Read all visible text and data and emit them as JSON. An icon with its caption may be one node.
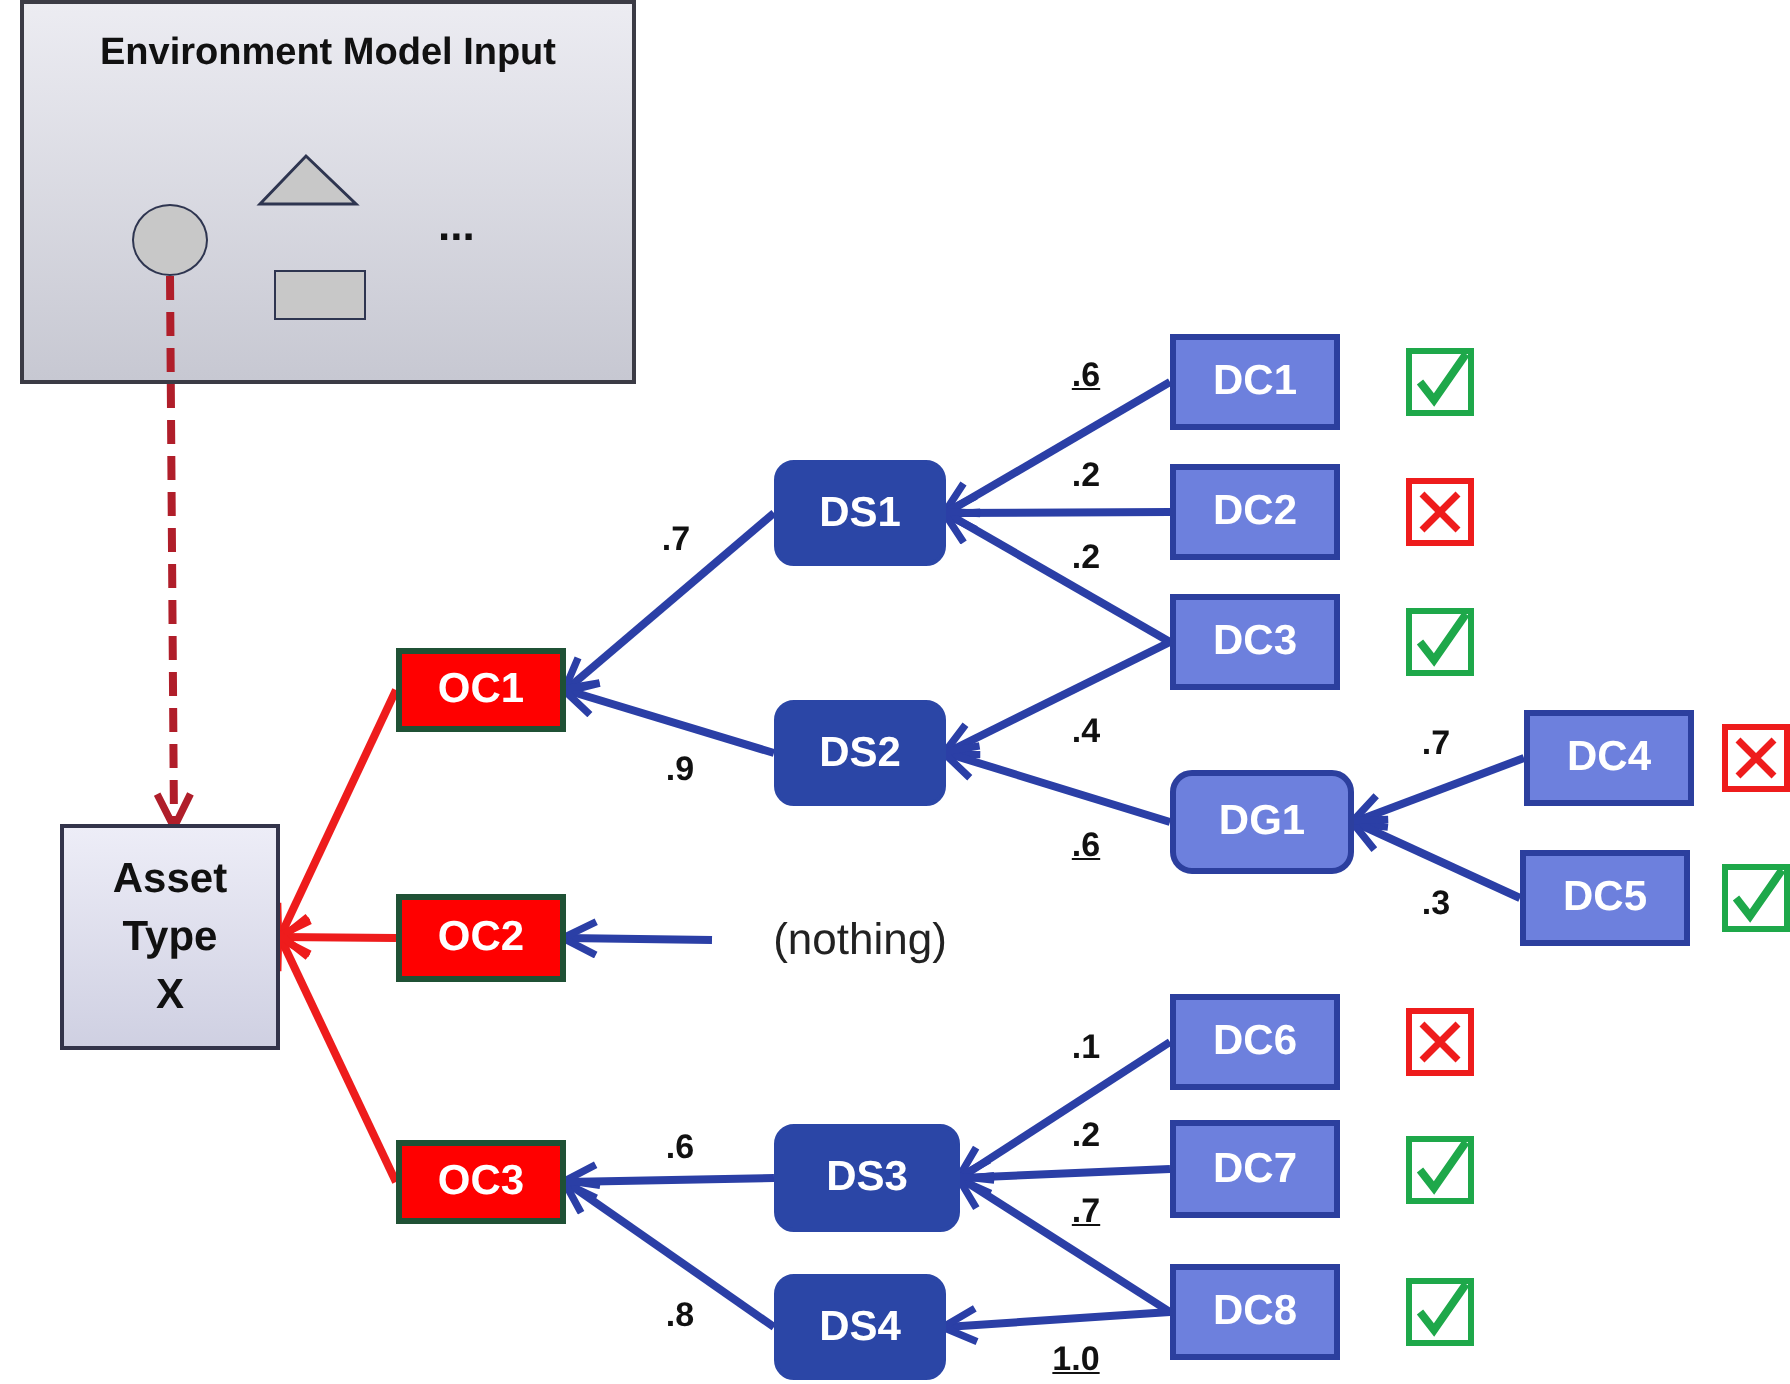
{
  "diagram": {
    "nodes": [
      {
        "text": [
          "Environment Model Input"
        ]
      },
      {
        "text": [],
        "shape": "circle",
        "in": 0
      },
      {
        "text": [
          "Asset Type X"
        ]
      },
      {
        "text": [
          "OC1"
        ]
      },
      {
        "text": [
          "OC2"
        ]
      },
      {
        "text": [
          "OC3"
        ]
      },
      {
        "text": [
          "DS1"
        ]
      },
      {
        "text": [
          "DS2"
        ]
      },
      {
        "text": [
          "DS3"
        ]
      },
      {
        "text": [
          "DS4"
        ]
      },
      {
        "text": [
          "DC1"
        ]
      },
      {
        "text": [
          "DC2"
        ]
      },
      {
        "text": [
          "DC3"
        ]
      },
      {
        "text": [
          "DG1"
        ]
      },
      {
        "text": [
          "DC4"
        ]
      },
      {
        "text": [
          "DC5"
        ]
      },
      {
        "text": [
          "DC6"
        ]
      },
      {
        "text": [
          "DC7"
        ]
      },
      {
        "text": [
          "DC8"
        ]
      },
      {
        "text": [
          "(nothing)"
        ]
      }
    ],
    "edges": [
      {
        "from": 1,
        "to": 2,
        "arrow": "to",
        "style": "dashed",
        "color": "#b01e2a"
      },
      {
        "from": 3,
        "to": 2,
        "arrow": "to",
        "color": "#ee1c1c"
      },
      {
        "from": 4,
        "to": 2,
        "arrow": "to",
        "color": "#ee1c1c"
      },
      {
        "from": 5,
        "to": 2,
        "arrow": "to",
        "color": "#ee1c1c"
      },
      {
        "from": 6,
        "to": 3,
        "arrow": "to",
        "label": ".7"
      },
      {
        "from": 7,
        "to": 3,
        "arrow": "to",
        "label": ".9"
      },
      {
        "from": 10,
        "to": 6,
        "arrow": "to",
        "label": ".6"
      },
      {
        "from": 11,
        "to": 6,
        "arrow": "to",
        "label": ".2"
      },
      {
        "from": 12,
        "to": 6,
        "arrow": "to",
        "label": ".2"
      },
      {
        "from": 12,
        "to": 7,
        "arrow": "to",
        "label": ".4"
      },
      {
        "from": 13,
        "to": 7,
        "arrow": "to",
        "label": ".6"
      },
      {
        "from": 14,
        "to": 13,
        "arrow": "to",
        "label": ".7"
      },
      {
        "from": 15,
        "to": 13,
        "arrow": "to",
        "label": ".3"
      },
      {
        "from": 19,
        "to": 4,
        "arrow": "to"
      },
      {
        "from": 8,
        "to": 5,
        "arrow": "to",
        "label": ".6"
      },
      {
        "from": 9,
        "to": 5,
        "arrow": "to",
        "label": ".8"
      },
      {
        "from": 16,
        "to": 8,
        "arrow": "to",
        "label": ".1"
      },
      {
        "from": 17,
        "to": 8,
        "arrow": "to",
        "label": ".2"
      },
      {
        "from": 18,
        "to": 8,
        "arrow": "to",
        "label": ".7"
      },
      {
        "from": 18,
        "to": 9,
        "arrow": "to",
        "label": "1.0"
      }
    ],
    "labels": [
      "..."
    ]
  }
}
